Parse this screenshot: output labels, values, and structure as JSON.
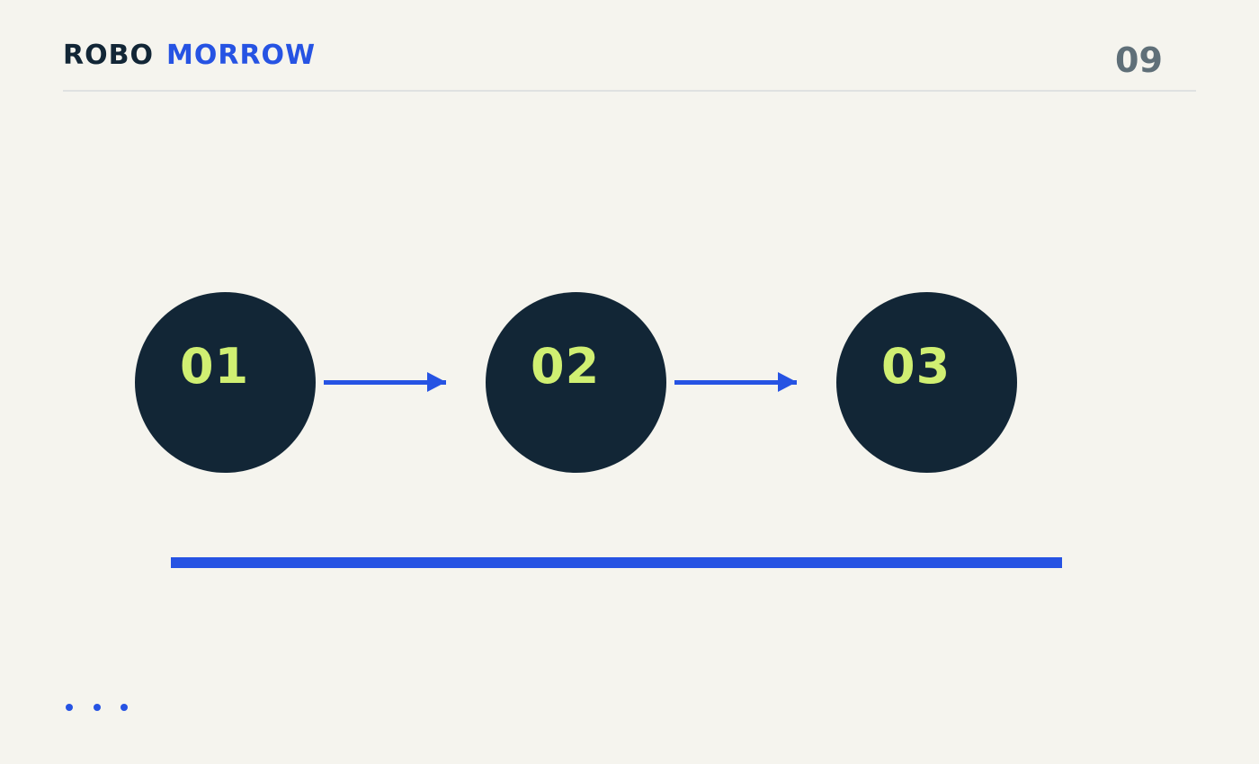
{
  "brand": {
    "part_a": "ROBO",
    "part_b": "MORROW"
  },
  "page_number": "09",
  "steps": [
    {
      "label": "01"
    },
    {
      "label": "02"
    },
    {
      "label": "03"
    }
  ],
  "colors": {
    "background": "#f5f4ee",
    "navy": "#122636",
    "accent_blue": "#2653e3",
    "lime": "#d0ef72",
    "muted_gray": "#5f6f78"
  }
}
